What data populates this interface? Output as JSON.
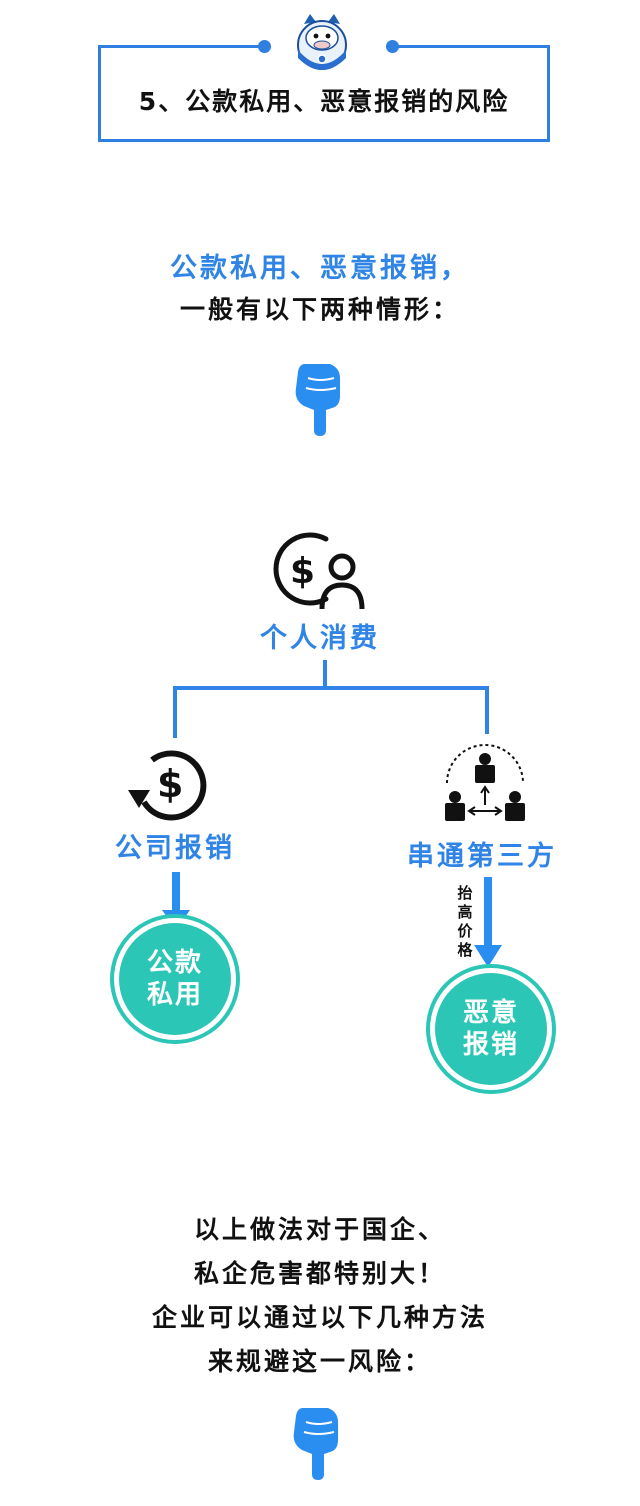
{
  "header": {
    "title": "5、公款私用、恶意报销的风险"
  },
  "intro": {
    "line1": "公款私用、恶意报销，",
    "line2": "一般有以下两种情形："
  },
  "tree": {
    "root_label": "个人消费",
    "left_label": "公司报销",
    "right_label": "串通第三方",
    "right_arrow_label": [
      "抬",
      "高",
      "价",
      "格"
    ],
    "left_stamp": [
      "公款",
      "私用"
    ],
    "right_stamp": [
      "恶意",
      "报销"
    ]
  },
  "outro": {
    "lines": [
      "以上做法对于国企、",
      "私企危害都特别大！",
      "企业可以通过以下几种方法",
      "来规避这一风险："
    ]
  },
  "colors": {
    "accent_blue": "#2f84e6",
    "header_blue": "#2f7fe0",
    "stamp_teal": "#2cc6b6",
    "text_dark": "#111111"
  },
  "icons": {
    "header": "mascot-avatar-icon",
    "pointer": "pointing-hand-down-icon",
    "root": "money-person-icon",
    "left": "dollar-refund-icon",
    "right": "three-people-network-icon"
  }
}
